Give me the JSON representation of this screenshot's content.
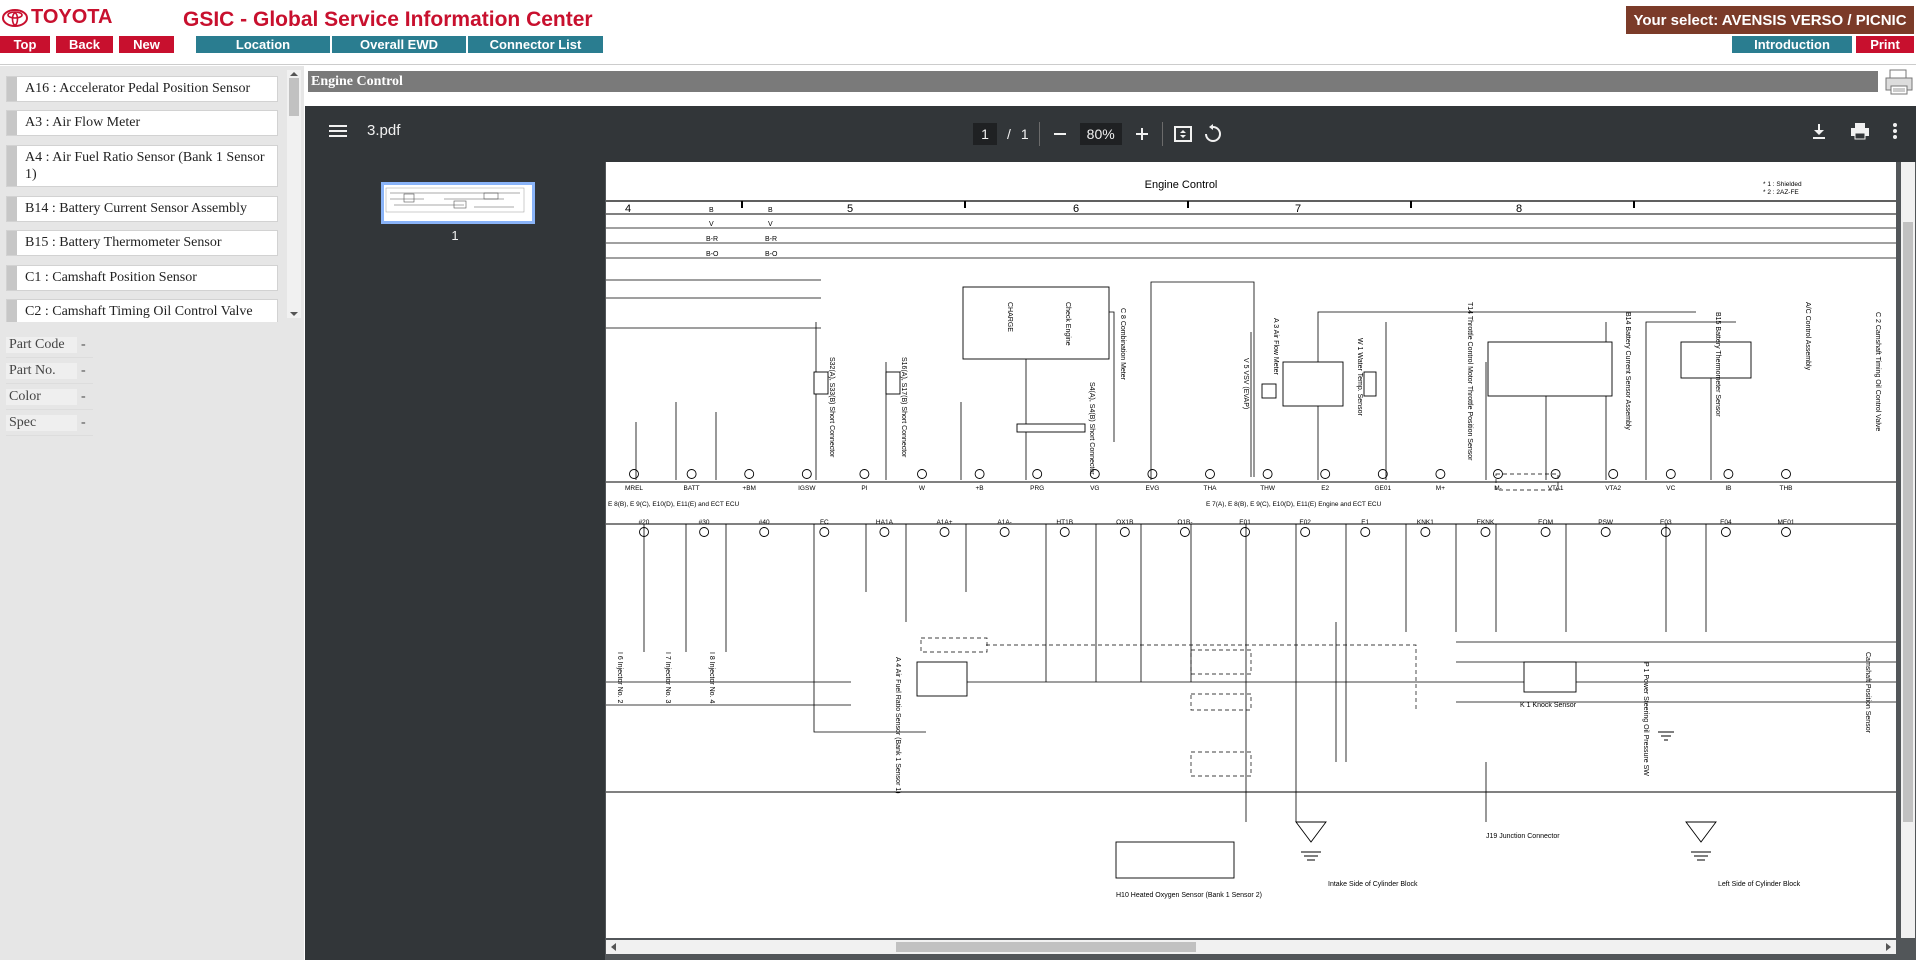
{
  "header": {
    "logo_text": "TOYOTA",
    "title": "GSIC - Global Service Information Center",
    "selection": "Your select: AVENSIS VERSO / PICNIC",
    "nav": {
      "top": "Top",
      "back": "Back",
      "new": "New"
    },
    "tabs": {
      "location": "Location",
      "overall_ewd": "Overall EWD",
      "connector_list": "Connector List"
    },
    "right": {
      "introduction": "Introduction",
      "print": "Print"
    }
  },
  "sidebar": {
    "items": [
      {
        "label": "A16 : Accelerator Pedal Position Sensor"
      },
      {
        "label": "A3 : Air Flow Meter"
      },
      {
        "label": "A4 : Air Fuel Ratio Sensor (Bank 1 Sensor 1)"
      },
      {
        "label": "B14 : Battery Current Sensor Assembly"
      },
      {
        "label": "B15 : Battery Thermometer Sensor"
      },
      {
        "label": "C1 : Camshaft Position Sensor"
      },
      {
        "label": "C2 : Camshaft Timing Oil Control Valve"
      }
    ],
    "info": [
      {
        "label": "Part Code",
        "value": "-"
      },
      {
        "label": "Part No.",
        "value": "-"
      },
      {
        "label": "Color",
        "value": "-"
      },
      {
        "label": "Spec",
        "value": "-"
      }
    ]
  },
  "main": {
    "section_title": "Engine Control"
  },
  "viewer": {
    "filename": "3.pdf",
    "page_current": "1",
    "page_separator": "/",
    "page_total": "1",
    "zoom": "80%",
    "thumb_label": "1"
  },
  "diagram": {
    "title": "Engine Control",
    "notes": [
      "* 1 : Shielded",
      "* 2 : 2AZ-FE"
    ],
    "columns": [
      "4",
      "5",
      "6",
      "7",
      "8"
    ],
    "bus_labels": [
      {
        "left": "B",
        "right": "B"
      },
      {
        "left": "V",
        "right": "V"
      },
      {
        "left": "B-R",
        "right": "B-R"
      },
      {
        "left": "B-O",
        "right": "B-O"
      }
    ],
    "pins_top": [
      "MREL",
      "BATT",
      "+BM",
      "IGSW",
      "PI",
      "W",
      "+B",
      "PRG",
      "VG",
      "EVG",
      "THA",
      "THW",
      "E2",
      "GE01",
      "M+",
      "M-",
      "VTA1",
      "VTA2",
      "VC",
      "IB",
      "THB"
    ],
    "pins_bottom": [
      "#20",
      "#30",
      "#40",
      "FC",
      "HA1A",
      "A1A+",
      "A1A-",
      "HT1B",
      "OX1B",
      "O1B-",
      "E01",
      "E02",
      "E1",
      "KNK1",
      "EKNK",
      "EOM",
      "PSW",
      "E03",
      "E04",
      "ME01"
    ],
    "ecu_top": "E 8(B), E 9(C), E10(D), E11(E) and ECT ECU",
    "ecu_mid": "E 7(A), E 8(B), E 9(C), E10(D), E11(E) Engine and ECT ECU",
    "components": [
      "C 8 Combination Meter",
      "CHARGE",
      "Check Engine",
      "A 3 Air Flow Meter",
      "W 1 Water Temp. Sensor",
      "T14 Throttle Control Motor Throttle Position Sensor",
      "B14 Battery Current Sensor Assembly",
      "B15 Battery Thermometer Sensor",
      "A/C Control Assembly",
      "C 2 Camshaft Timing Oil Control Valve",
      "V 5 VSV (EVAP)",
      "S32(A), S33(B) Short Connector",
      "S16(A), S17(B) Short Connector",
      "S4(A), S4(B) Short Connector",
      "I 6 Injector No. 2",
      "I 7 Injector No. 3",
      "I 8 Injector No. 4",
      "A 4 Air Fuel Ratio Sensor (Bank 1 Sensor 1)",
      "H10 Heated Oxygen Sensor (Bank 1 Sensor 2)",
      "K 1 Knock Sensor",
      "P 1 Power Steering Oil Pressure SW",
      "J19 Junction Connector",
      "Intake Side of Cylinder Block",
      "Left Side of Cylinder Block",
      "Camshaft Position Sensor"
    ]
  }
}
